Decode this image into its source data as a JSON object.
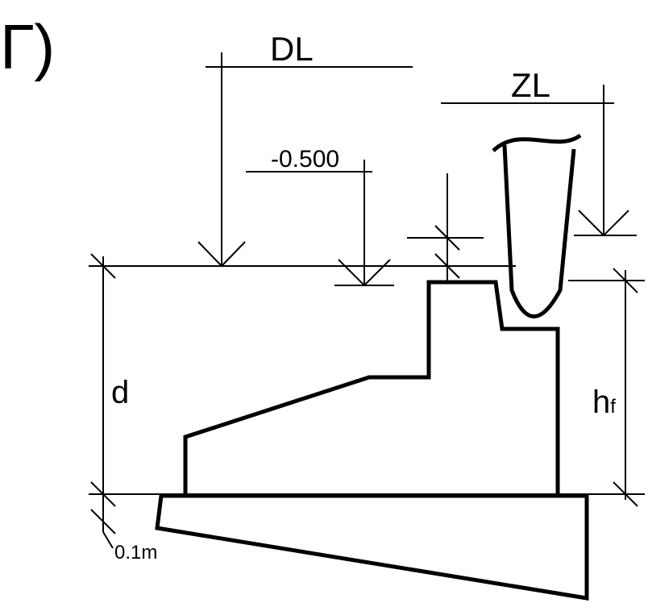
{
  "figure": {
    "letter": "Г)",
    "labels": {
      "dl": "DL",
      "zl": "ZL",
      "elevation": "-0.500",
      "d": "d",
      "hf_main": "h",
      "hf_sub": "f",
      "offset": "0.1m"
    }
  }
}
